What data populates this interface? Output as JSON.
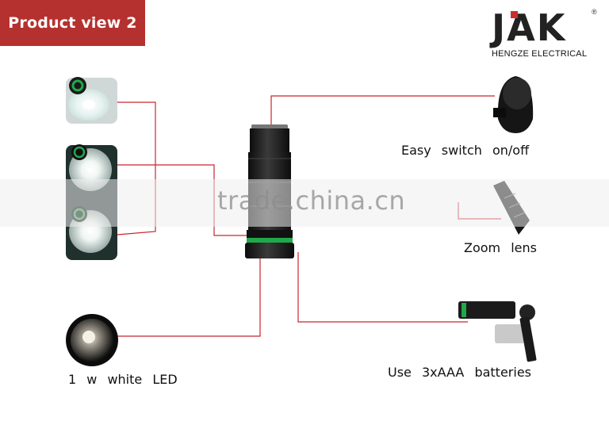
{
  "banner": {
    "title": "Product view 2",
    "color": "#b5312f"
  },
  "logo": {
    "word": "JAK",
    "registered": "®",
    "subtitle": "HENGZE ELECTRICAL",
    "accent": "#c9302c"
  },
  "features": {
    "switch": "Easy switch on/off",
    "zoom": "Zoom lens",
    "batteries": "Use 3xAAA batteries",
    "led": "1 w white LED"
  },
  "watermark": {
    "text": "trade.china.cn"
  },
  "colors": {
    "line": "#c7262d",
    "ring": "#1fa94a",
    "body": "#1c1c1c"
  },
  "icons": [
    "flashlight-icon",
    "beam-mode-icon",
    "led-icon",
    "switch-cap-icon",
    "zoom-head-icon",
    "battery-icon"
  ]
}
